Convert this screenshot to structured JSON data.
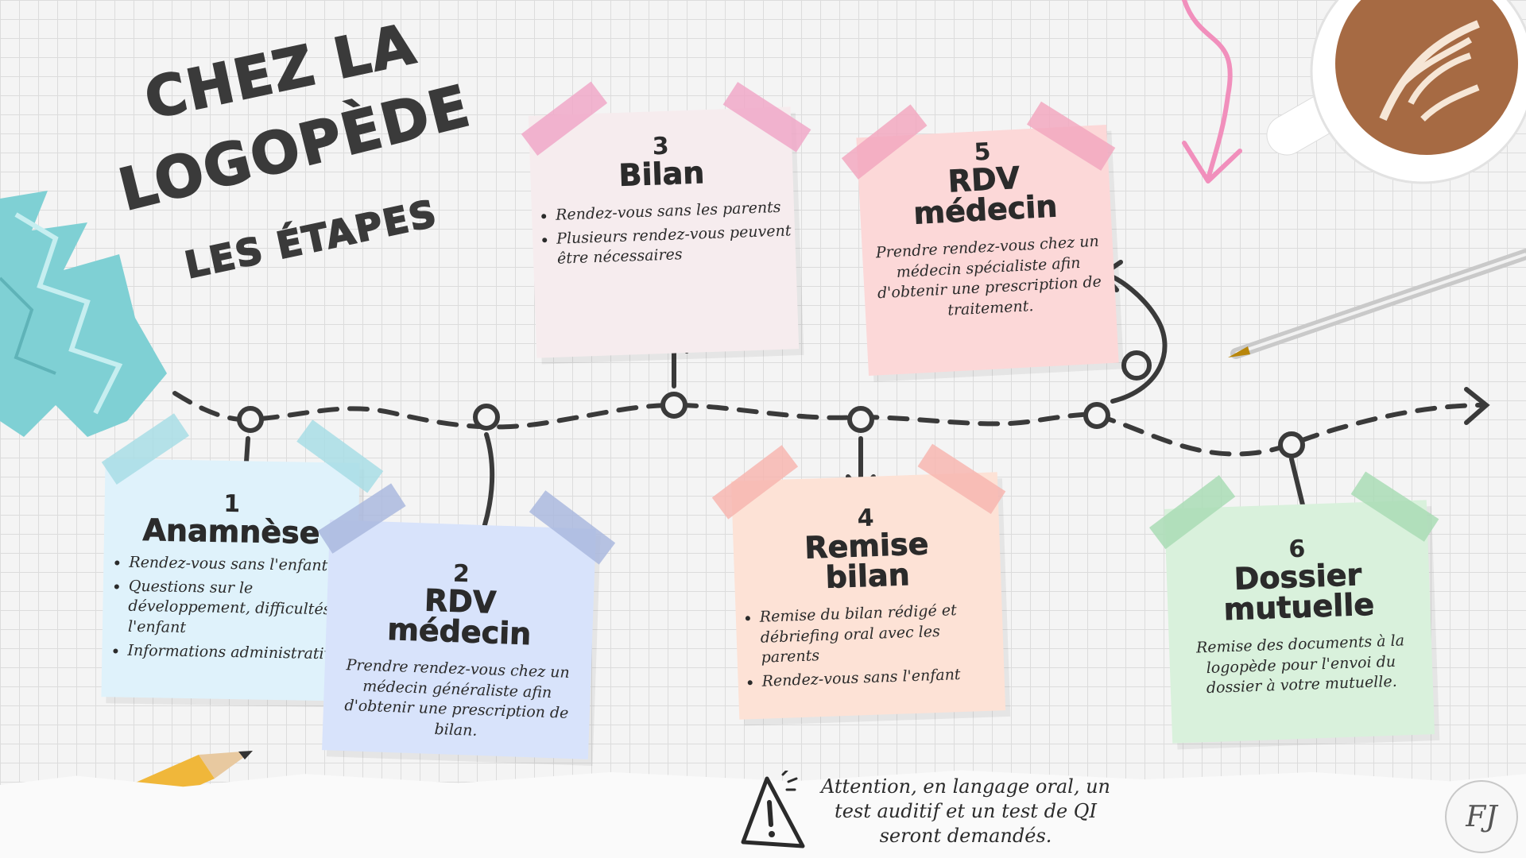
{
  "title": {
    "line1": "CHEZ LA",
    "line2": "LOGOPÈDE",
    "subtitle": "LES ÉTAPES"
  },
  "steps": [
    {
      "num": "1",
      "head": "Anamnèse",
      "bullets": [
        "Rendez-vous sans l'enfant",
        "Questions sur le développement, difficultés de l'enfant",
        "Informations administratives"
      ]
    },
    {
      "num": "2",
      "head1": "RDV",
      "head2": "médecin",
      "text": "Prendre rendez-vous chez un médecin généraliste afin d'obtenir une prescription de bilan."
    },
    {
      "num": "3",
      "head": "Bilan",
      "bullets": [
        "Rendez-vous sans les parents",
        "Plusieurs rendez-vous peuvent être nécessaires"
      ]
    },
    {
      "num": "4",
      "head1": "Remise",
      "head2": "bilan",
      "bullets": [
        "Remise du bilan rédigé et débriefing oral avec les parents",
        "Rendez-vous sans l'enfant"
      ]
    },
    {
      "num": "5",
      "head1": "RDV",
      "head2": "médecin",
      "text": "Prendre rendez-vous chez un médecin spécialiste afin d'obtenir une prescription de traitement."
    },
    {
      "num": "6",
      "head1": "Dossier",
      "head2": "mutuelle",
      "text": "Remise des documents à la logopède pour l'envoi du dossier à votre mutuelle."
    }
  ],
  "warning": {
    "line1": "Attention, en langage oral, un",
    "line2": "test auditif et un test de QI",
    "line3": "seront demandés."
  },
  "logo": {
    "initials": "FJ"
  },
  "colors": {
    "note1": "#dff2fb",
    "note2": "#d8e3fb",
    "note3": "#f6ecee",
    "note4": "#fde2d6",
    "note5": "#fcd8d8",
    "note6": "#d9f1dc",
    "tape1": "#a8dde5",
    "tape2": "#aab8de",
    "tape3": "#f0a8c8",
    "tape4": "#f7b6b0",
    "tape5": "#f2a8c0",
    "tape6": "#a9dcb5",
    "line": "#3a3a3a"
  }
}
